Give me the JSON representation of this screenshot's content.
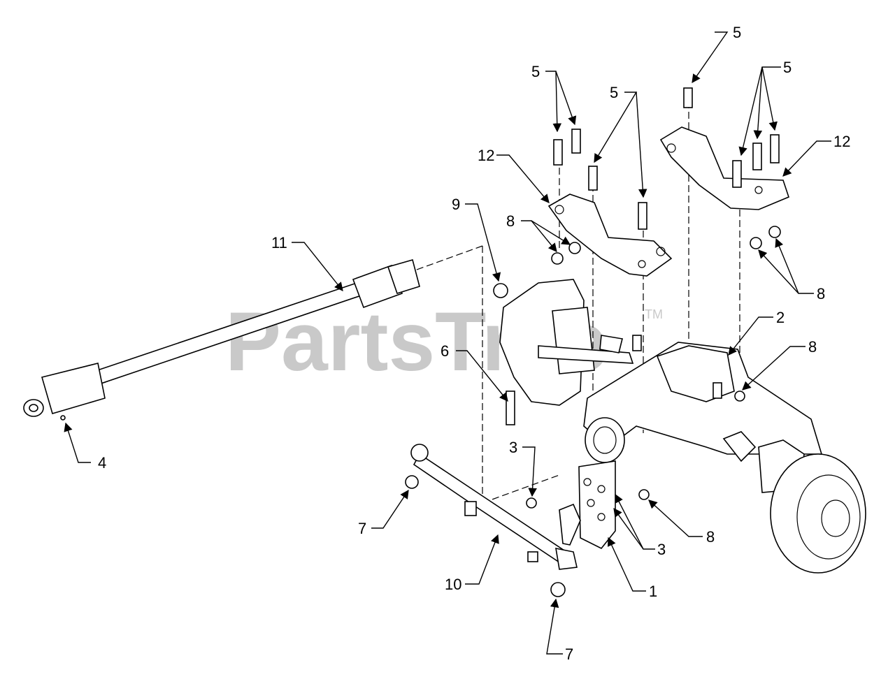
{
  "watermark": {
    "text": "PartsTree",
    "trademark": "TM"
  },
  "callouts": [
    {
      "id": "c-5-a",
      "text": "5"
    },
    {
      "id": "c-5-b",
      "text": "5"
    },
    {
      "id": "c-5-c",
      "text": "5"
    },
    {
      "id": "c-5-d",
      "text": "5"
    },
    {
      "id": "c-12-left",
      "text": "12"
    },
    {
      "id": "c-12-right",
      "text": "12"
    },
    {
      "id": "c-9",
      "text": "9"
    },
    {
      "id": "c-8-a",
      "text": "8"
    },
    {
      "id": "c-8-b",
      "text": "8"
    },
    {
      "id": "c-8-c",
      "text": "8"
    },
    {
      "id": "c-8-d",
      "text": "8"
    },
    {
      "id": "c-11",
      "text": "11"
    },
    {
      "id": "c-2",
      "text": "2"
    },
    {
      "id": "c-6",
      "text": "6"
    },
    {
      "id": "c-4",
      "text": "4"
    },
    {
      "id": "c-3-a",
      "text": "3"
    },
    {
      "id": "c-3-b",
      "text": "3"
    },
    {
      "id": "c-7-a",
      "text": "7"
    },
    {
      "id": "c-7-b",
      "text": "7"
    },
    {
      "id": "c-10",
      "text": "10"
    },
    {
      "id": "c-1",
      "text": "1"
    }
  ]
}
